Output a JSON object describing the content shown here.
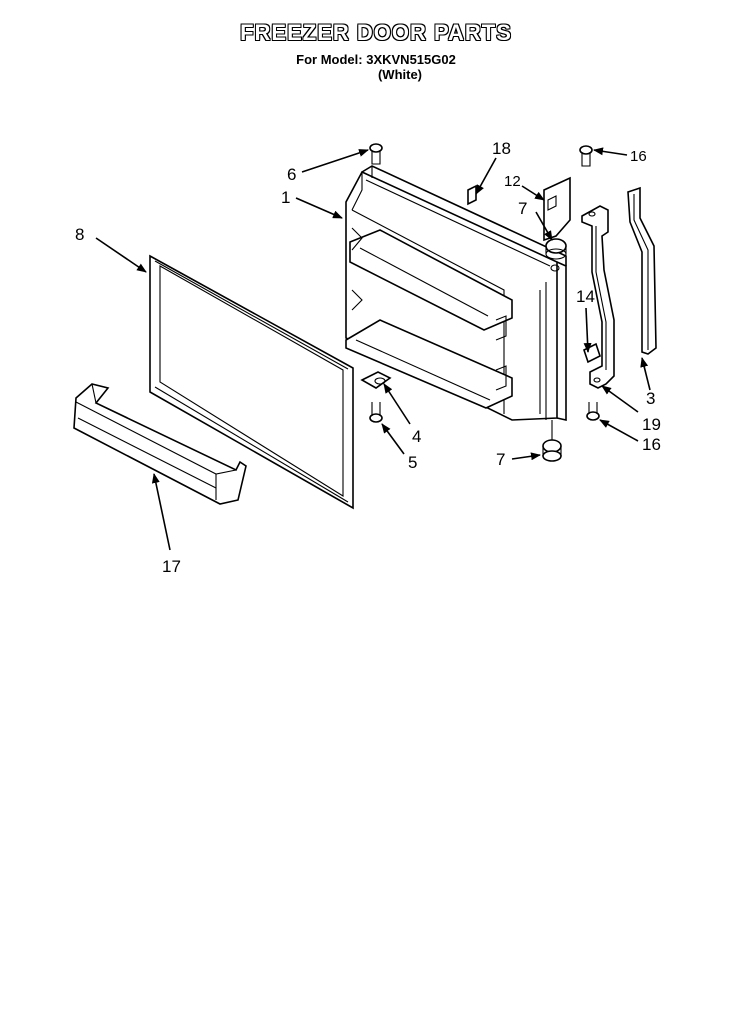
{
  "header": {
    "title": "FREEZER DOOR PARTS",
    "model_line": "For Model: 3XKVN515G02",
    "color_line": "(White)"
  },
  "callouts": {
    "c1": "1",
    "c3": "3",
    "c4": "4",
    "c5": "5",
    "c6": "6",
    "c7a": "7",
    "c7b": "7",
    "c8": "8",
    "c12": "12",
    "c14": "14",
    "c16a": "16",
    "c16b": "16",
    "c17": "17",
    "c18": "18",
    "c19": "19"
  }
}
